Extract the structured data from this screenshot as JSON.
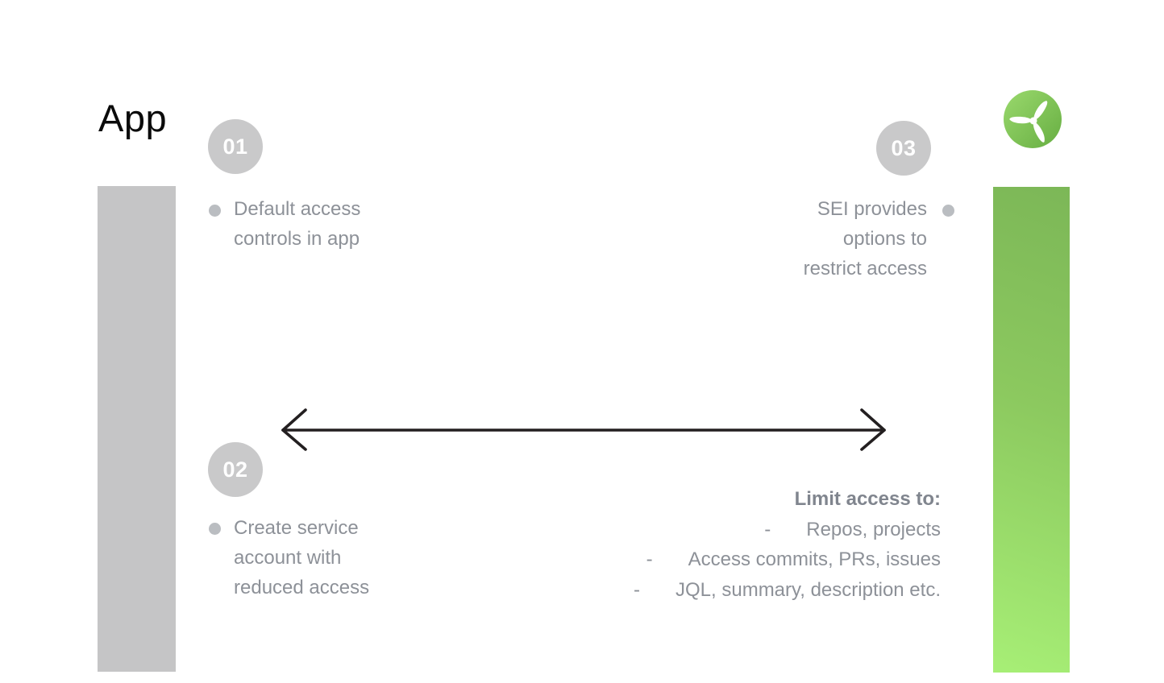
{
  "page": {
    "background": "#ffffff",
    "accent_green_top": "#7cb757",
    "accent_green_bottom": "#a7ef76",
    "bar_gray": "#c5c5c6",
    "text_gray": "#8d9198"
  },
  "header": {
    "title": "App",
    "logo_icon": "propeller-logo"
  },
  "steps": [
    {
      "number": "01",
      "lines": [
        "Default access",
        "controls in app"
      ]
    },
    {
      "number": "02",
      "lines": [
        "Create service",
        "account with",
        "reduced access"
      ]
    },
    {
      "number": "03",
      "lines": [
        "SEI provides",
        "options to",
        "restrict access"
      ]
    }
  ],
  "limit": {
    "title": "Limit access to:",
    "dash": "-",
    "items": [
      "Repos, projects",
      "Access commits, PRs, issues",
      "JQL, summary, description etc."
    ]
  }
}
